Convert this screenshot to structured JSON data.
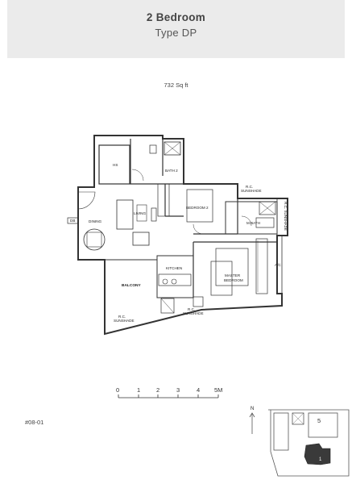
{
  "header": {
    "title": "2 Bedroom",
    "subtitle": "Type DP"
  },
  "area": "732 Sq ft",
  "unit_number": "#08-01",
  "rooms": {
    "hs": "HS",
    "bath2": "BATH 2",
    "living": "LIVING",
    "bedroom2": "BEDROOM 2",
    "db": "DB",
    "dining": "DINING",
    "mbath": "M.BATH",
    "kitchen": "KITCHEN",
    "master": [
      "MASTER",
      "BEDROOM"
    ],
    "balcony": "BALCONY",
    "ac": "A/C",
    "rc_sunshade_top": [
      "R.C.",
      "SUNSHADE"
    ],
    "rc_sunshade_right": "R.C. SUNSHADE",
    "rc_sunshade_kitchen": [
      "R.C.",
      "SUNSHADE"
    ],
    "rc_sunshade_balcony": [
      "R.C.",
      "SUNSHADE"
    ]
  },
  "scale_bar": {
    "ticks": [
      "0",
      "1",
      "2",
      "3",
      "4",
      "5M"
    ]
  },
  "key_plan": {
    "north": "N",
    "unit_labels": [
      "5",
      "1"
    ],
    "highlight_color": "#3a3a3a"
  },
  "colors": {
    "wall": "#333333",
    "header_bg": "#ebebeb"
  }
}
